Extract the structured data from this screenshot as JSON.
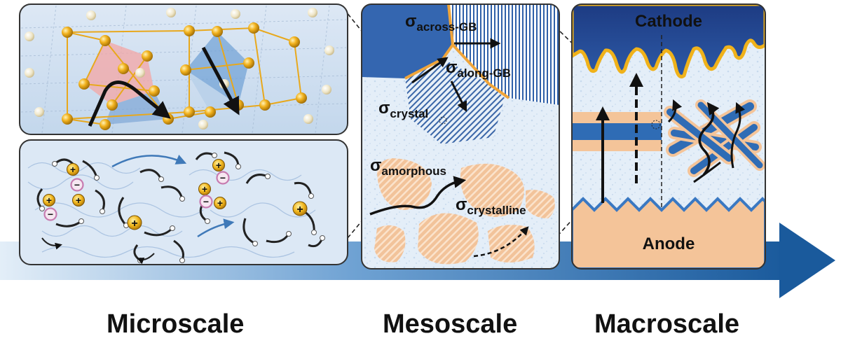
{
  "labels": {
    "microscale": "Microscale",
    "mesoscale": "Mesoscale",
    "macroscale": "Macroscale",
    "cathode": "Cathode",
    "anode": "Anode"
  },
  "sigma": {
    "symbol": "σ",
    "across_gb": "across-GB",
    "along_gb": "along-GB",
    "crystal": "crystal",
    "amorphous": "amorphous",
    "crystalline": "crystalline"
  },
  "ions": {
    "cation": "+",
    "anion": "−"
  },
  "colors": {
    "arrow_dark": "#1f5f9e",
    "arrow_light": "#dbe9f6",
    "gold": "#e8a81c",
    "peach": "#f3c9a0",
    "navy": "#1e3f86",
    "ice": "#dde9f4"
  }
}
